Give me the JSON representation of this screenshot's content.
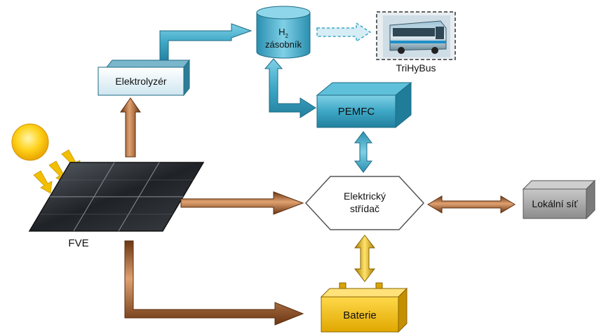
{
  "nodes": {
    "h2_storage": {
      "main": "H",
      "sub": "2",
      "line2": "zásobník"
    },
    "electrolyzer": "Elektrolyzér",
    "pemfc": "PEMFC",
    "bus": "TriHyBus",
    "inverter": {
      "line1": "Elektrický",
      "line2": "střídač"
    },
    "grid": "Lokální síť",
    "battery": "Baterie",
    "pv": "FVE"
  },
  "colors": {
    "teal": "#3da7c5",
    "copper": "#b0662c",
    "gold": "#f2bf00",
    "gray": "#9c9c9c",
    "panel": "#2c3035"
  }
}
